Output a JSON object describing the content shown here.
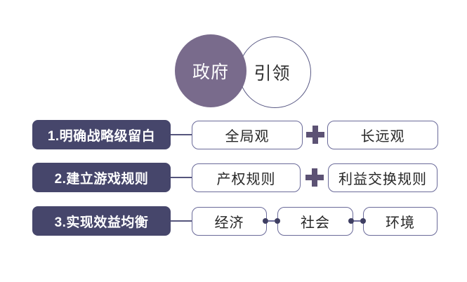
{
  "diagram": {
    "venn": {
      "left_circle": {
        "label": "政府"
      },
      "right_circle": {
        "label": "引领"
      }
    },
    "rows": [
      {
        "header": "1.明确战略级留白",
        "boxes": [
          "全局观",
          "长远观"
        ],
        "connector": "plus"
      },
      {
        "header": "2.建立游戏规则",
        "boxes": [
          "产权规则",
          "利益交换规则"
        ],
        "connector": "plus"
      },
      {
        "header": "3.实现效益均衡",
        "boxes": [
          "经济",
          "社会",
          "环境"
        ],
        "connector": "dot-link"
      }
    ],
    "colors": {
      "header_bg": "#46466b",
      "box_border": "#6a6a99",
      "plus": "#5c5274",
      "dot": "#3e3e62",
      "line": "#55557c",
      "venn_fill": "#796b8c",
      "venn_stroke": "#5a5a85",
      "background": "#ffffff"
    }
  }
}
